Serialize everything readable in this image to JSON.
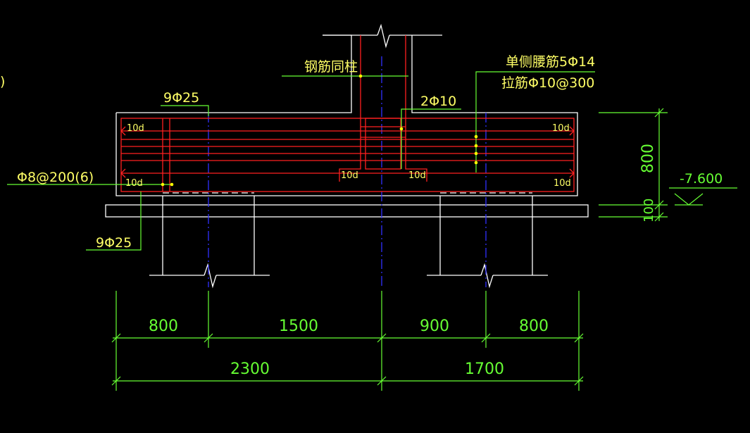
{
  "labels": {
    "column_rebar": "钢筋同柱",
    "side_bars": "单侧腰筋5Φ14",
    "tie_bars": "拉筋Φ10@300",
    "top_main": "9Φ25",
    "column_bars": "2Φ10",
    "stirrups": "Φ8@200(6)",
    "bottom_main": "9Φ25",
    "anchor": "10d",
    "depth": "800",
    "cushion": "100",
    "elevation": "-7.600",
    "left_edge_fragment": ")"
  },
  "dimensions": {
    "row1": [
      "800",
      "1500",
      "900",
      "800"
    ],
    "row2": [
      "2300",
      "1700"
    ]
  },
  "colors": {
    "background": "#000000",
    "outline": "#ffffff",
    "rebar": "#ff2020",
    "axis": "#3030ff",
    "leader": "#66ff33",
    "text": "#ffff66",
    "dimension": "#66ff33",
    "node": "#ffff00"
  }
}
